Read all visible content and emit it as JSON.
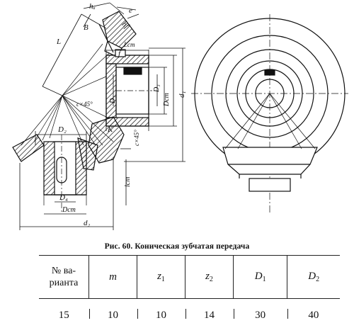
{
  "figure": {
    "labels": {
      "ha": "hₐ",
      "hf": "hf",
      "e": "e",
      "B": "B",
      "L": "L",
      "lcm_top": "Lcm",
      "f": "f",
      "c45_left": "c×45°",
      "D1": "D₁",
      "D3": "D₃",
      "Dcm_right": "Dcm",
      "d1": "d₁",
      "K": "K",
      "D2": "D₂",
      "c45_right": "c×45°",
      "lcm_bottom": "lcm",
      "D4": "D₄",
      "Dcm_bottom": "Dcm",
      "d2": "d₂"
    }
  },
  "caption": "Рис. 60. Коническая зубчатая передача",
  "table": {
    "headers": {
      "variant_line1": "№ ва-",
      "variant_line2": "рианта",
      "m": "m",
      "z": "z",
      "z1_sub": "1",
      "z2_sub": "2",
      "D": "D",
      "D1_sub": "1",
      "D2_sub": "2"
    },
    "row": {
      "variant": "15",
      "m": "10",
      "z1": "10",
      "z2": "14",
      "D1": "30",
      "D2": "40"
    }
  }
}
